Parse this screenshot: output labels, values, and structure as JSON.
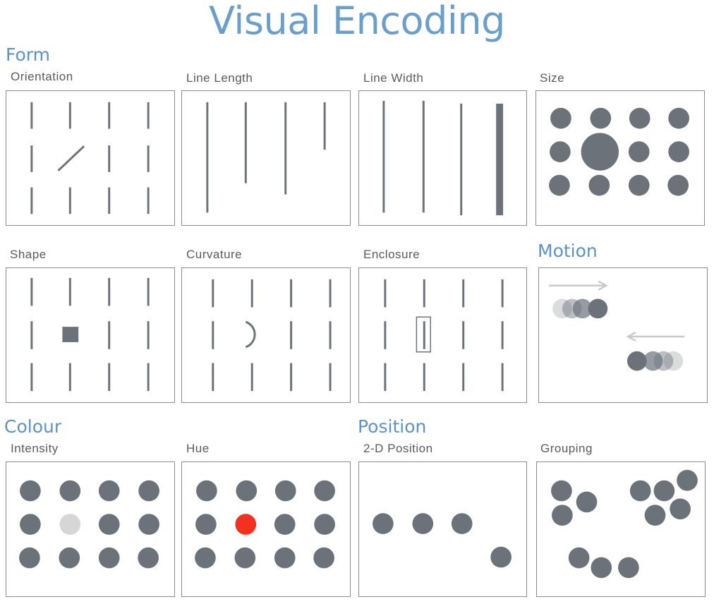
{
  "title": "Visual Encoding",
  "colors": {
    "heading": "#5b93c9",
    "mark": "#6b727a",
    "faint_mark": "#d6d6d6",
    "highlight": "#f43021",
    "arrow": "#c9c9c9"
  },
  "categories": {
    "form": "Form",
    "motion": "Motion",
    "colour": "Colour",
    "position": "Position"
  },
  "panels": {
    "orientation": "Orientation",
    "line_length": "Line Length",
    "line_width": "Line Width",
    "size": "Size",
    "shape": "Shape",
    "curvature": "Curvature",
    "enclosure": "Enclosure",
    "intensity": "Intensity",
    "hue": "Hue",
    "position_2d": "2-D Position",
    "grouping": "Grouping"
  }
}
